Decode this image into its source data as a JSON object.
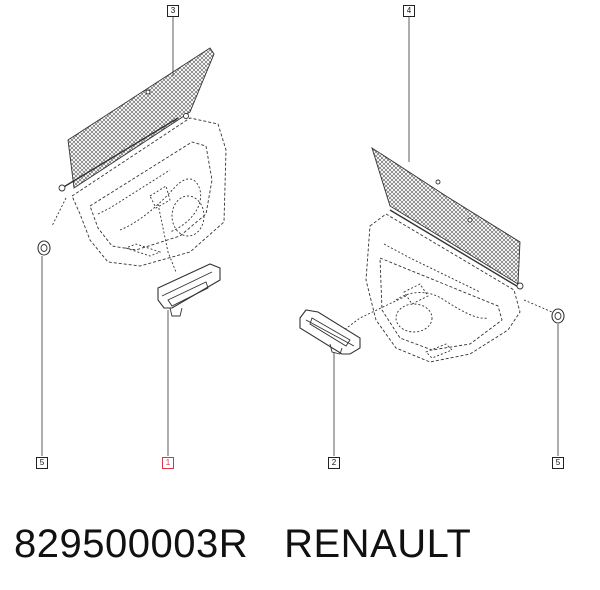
{
  "callouts": {
    "c3": "3",
    "c4": "4",
    "c5_left": "5",
    "c1": "1",
    "c2": "2",
    "c5_right": "5"
  },
  "footer": {
    "part_number": "829500003R",
    "brand": "RENAULT"
  },
  "colors": {
    "line": "#222222",
    "highlight": "#d9334a"
  }
}
